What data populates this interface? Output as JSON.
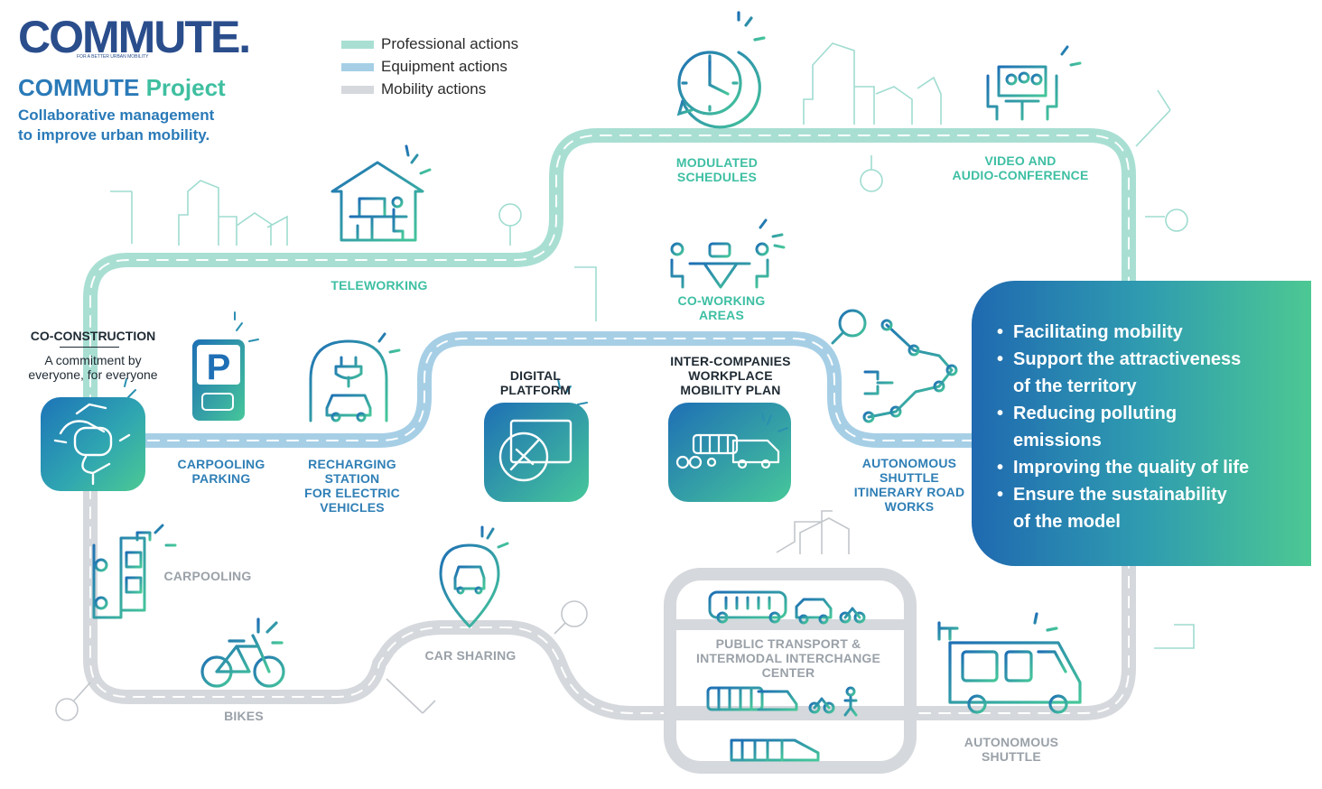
{
  "header": {
    "logo": "COMMUTE.",
    "logo_tagline": "FOR A BETTER URBAN MOBILITY",
    "project_word1": "COMMUTE",
    "project_word2": "Project",
    "subtitle": "Collaborative management\nto improve urban mobility."
  },
  "legend": [
    {
      "label": "Professional actions",
      "color": "#a9dfd3"
    },
    {
      "label": "Equipment actions",
      "color": "#a6cfe6"
    },
    {
      "label": "Mobility actions",
      "color": "#d5d8dc"
    }
  ],
  "co_construction": {
    "title": "CO-CONSTRUCTION",
    "subtitle": "A commitment by\neveryone, for everyone"
  },
  "labels": {
    "teleworking": "TELEWORKING",
    "modulated_schedules": "MODULATED\nSCHEDULES",
    "video_conference": "VIDEO AND\nAUDIO-CONFERENCE",
    "co_working": "CO-WORKING\nAREAS",
    "carpooling_parking": "CARPOOLING\nPARKING",
    "recharging_station": "RECHARGING\nSTATION\nFOR ELECTRIC\nVEHICLES",
    "digital_platform": "DIGITAL\nPLATFORM",
    "inter_companies": "INTER-COMPANIES\nWORKPLACE\nMOBILITY PLAN",
    "autonomous_itinerary": "AUTONOMOUS\nSHUTTLE\nITINERARY ROAD\nWORKS",
    "carpooling": "CARPOOLING",
    "bikes": "BIKES",
    "car_sharing": "CAR SHARING",
    "public_transport": "PUBLIC TRANSPORT &\nINTERMODAL INTERCHANGE\nCENTER",
    "autonomous_shuttle": "AUTONOMOUS\nSHUTTLE"
  },
  "goals": [
    "Facilitating mobility",
    "Support the attractiveness\nof the territory",
    "Reducing polluting\nemissions",
    "Improving the quality of life",
    "Ensure the sustainability\nof the model"
  ],
  "colors": {
    "teal": "#3ebfa3",
    "blue": "#2f7fb6",
    "grey": "#9aa1a8",
    "professional_road": "#a9dfd3",
    "equipment_road": "#a6cfe6",
    "mobility_road": "#d5d8dc",
    "icon_stroke": "#2a8fb0"
  },
  "icons": [
    "teleworking-house-icon",
    "clock-icon",
    "videoconference-icon",
    "coworking-icon",
    "parking-icon",
    "charging-station-icon",
    "digital-platform-icon",
    "transport-vehicles-icon",
    "autonomous-network-icon",
    "handshake-icon",
    "carpool-icon",
    "bike-icon",
    "car-sharing-pin-icon",
    "bus-icon",
    "tram-icon",
    "shuttle-icon"
  ]
}
